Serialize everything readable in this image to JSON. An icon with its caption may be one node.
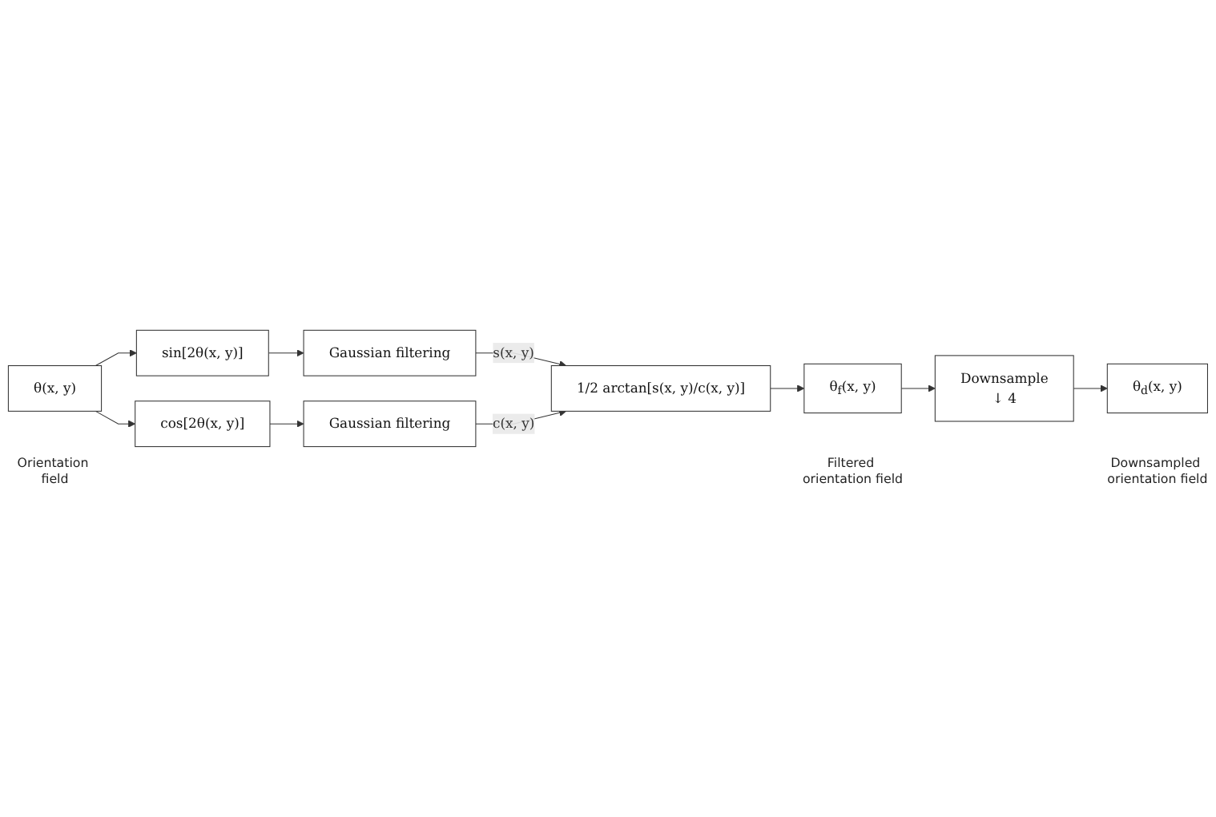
{
  "diagram": {
    "nodes": [
      {
        "text": [
          "θ(x, y)"
        ],
        "beside": [
          "Orientation field"
        ]
      },
      {
        "text": [
          "sin[2θ(x, y)]"
        ]
      },
      {
        "text": [
          "cos[2θ(x, y)]"
        ]
      },
      {
        "text": [
          "Gaussian filtering"
        ]
      },
      {
        "text": [
          "Gaussian filtering"
        ]
      },
      {
        "text": [
          "1/2 arctan[s(x, y)/c(x, y)]"
        ]
      },
      {
        "text": [
          "θ$_{f}$(x, y)"
        ],
        "beside": [
          "Filtered orientation field"
        ]
      },
      {
        "text": [
          "Downsample",
          "↓ 4"
        ]
      },
      {
        "text": [
          "θ$_{d}$(x, y)"
        ],
        "beside": [
          "Downsampled orientation field"
        ]
      }
    ],
    "edges": [
      {
        "from": 0,
        "to": 1,
        "arrow": "to"
      },
      {
        "from": 0,
        "to": 2,
        "arrow": "to"
      },
      {
        "from": 1,
        "to": 3,
        "arrow": "to"
      },
      {
        "from": 2,
        "to": 4,
        "arrow": "to"
      },
      {
        "from": 3,
        "to": 5,
        "label": "s(x, y)",
        "arrow": "to"
      },
      {
        "from": 4,
        "to": 5,
        "label": "c(x, y)",
        "arrow": "to"
      },
      {
        "from": 5,
        "to": 6,
        "arrow": "to"
      },
      {
        "from": 6,
        "to": 7,
        "arrow": "to"
      },
      {
        "from": 7,
        "to": 8,
        "arrow": "to"
      }
    ]
  }
}
